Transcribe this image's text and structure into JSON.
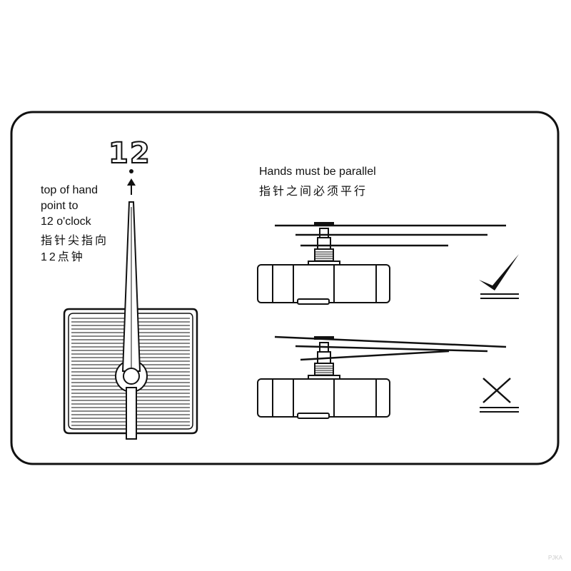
{
  "left_panel": {
    "number_label": "12",
    "instruction_en": [
      "top of hand",
      "point to",
      "12 o'clock"
    ],
    "instruction_zh": [
      "指针尖指向",
      "12点钟"
    ]
  },
  "right_panel": {
    "heading_en": "Hands must be parallel",
    "heading_zh": "指针之间必须平行",
    "correct_icon": "checkmark-icon",
    "wrong_icon": "cross-icon"
  },
  "watermark": "PJKA",
  "colors": {
    "line": "#111111",
    "background": "#ffffff"
  }
}
